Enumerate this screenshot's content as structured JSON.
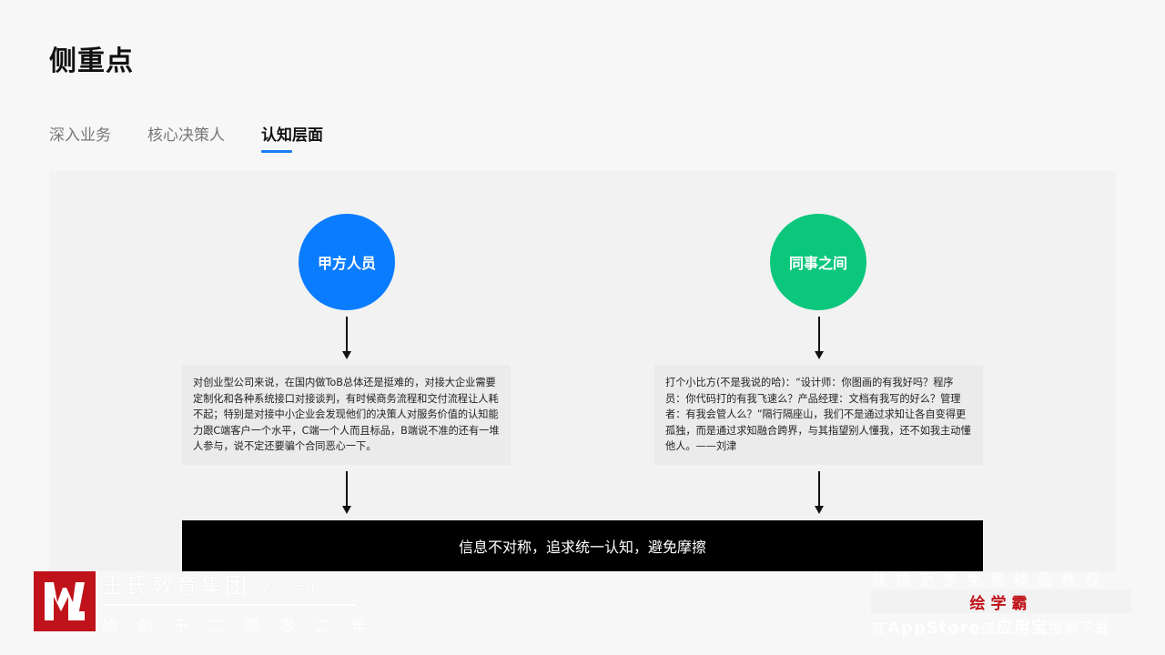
{
  "page": {
    "title": "侧重点"
  },
  "tabs": [
    {
      "label": "深入业务",
      "active": false
    },
    {
      "label": "核心决策人",
      "active": false
    },
    {
      "label": "认知层面",
      "active": true
    }
  ],
  "flow": {
    "left": {
      "node": "甲方人员",
      "color": "#0a7cff",
      "text": "对创业型公司来说，在国内做ToB总体还是挺难的，对接大企业需要定制化和各种系统接口对接谈判，有时候商务流程和交付流程让人耗不起；特别是对接中小企业会发现他们的决策人对服务价值的认知能力跟C端客户一个水平，C端一个人而且标品，B端说不准的还有一堆人参与，说不定还要骗个合同恶心一下。"
    },
    "right": {
      "node": "同事之间",
      "color": "#0bc77c",
      "text": "打个小比方(不是我说的哈)：“设计师：你图画的有我好吗？程序员：你代码打的有我飞速么？产品经理：文档有我写的好么？管理者：有我会管人么？”隔行隔座山，我们不是通过求知让各自变得更孤独，而是通过求知融合跨界，与其指望别人懂我，还不如我主动懂他人。——刘津"
    },
    "conclusion": "信息不对称，追求统一认知，避免摩擦"
  },
  "watermark": {
    "logo_letter": "W",
    "org_name": "王氏教育集团",
    "motto": "以人为本",
    "founded": "始创于二零零二年",
    "promo_top": "获得更多免费精品教程",
    "brand": "绘学霸",
    "promo_prefix": "在",
    "promo_store": "AppStore",
    "promo_or": "或",
    "promo_app": "应用宝",
    "promo_suffix": "搜索下载"
  }
}
